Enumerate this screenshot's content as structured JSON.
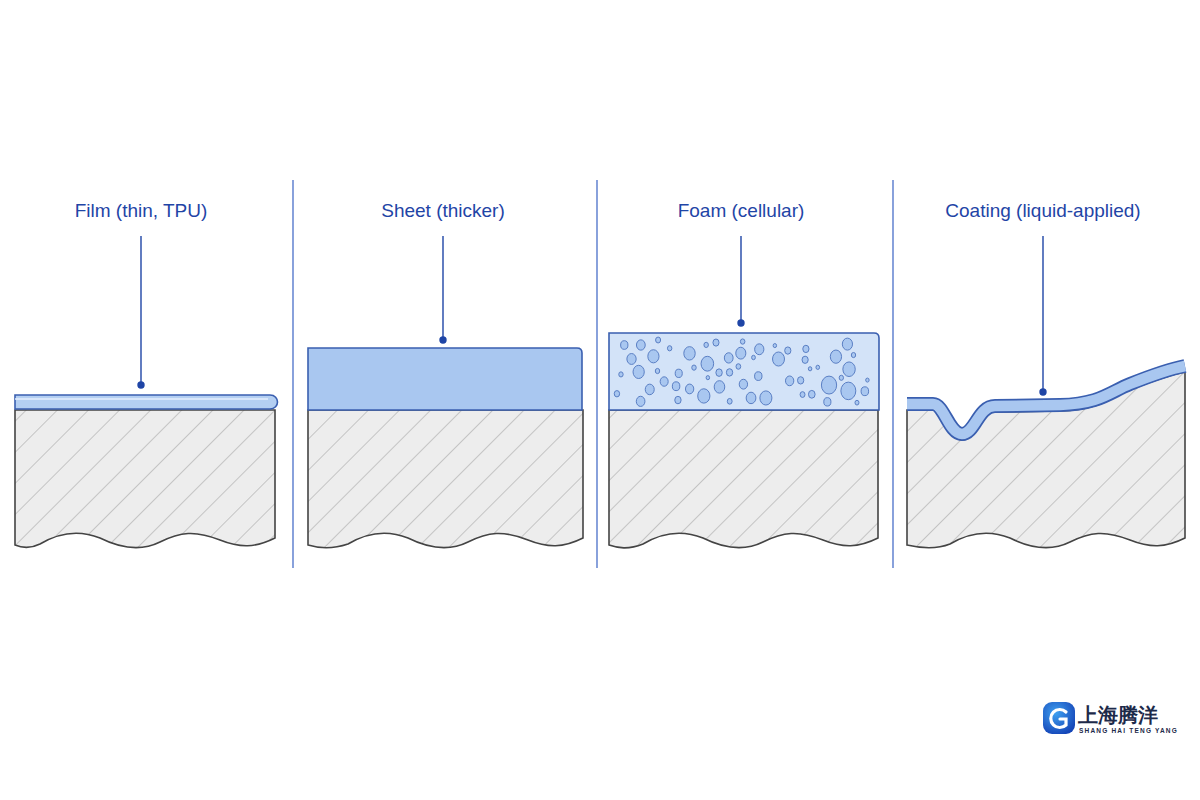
{
  "diagram": {
    "labels": [
      "Film (thin, TPU)",
      "Sheet (thicker)",
      "Foam (cellular)",
      "Coating (liquid-applied)",
      "上海腾洋",
      "SHANG HAI TENG YANG"
    ]
  }
}
